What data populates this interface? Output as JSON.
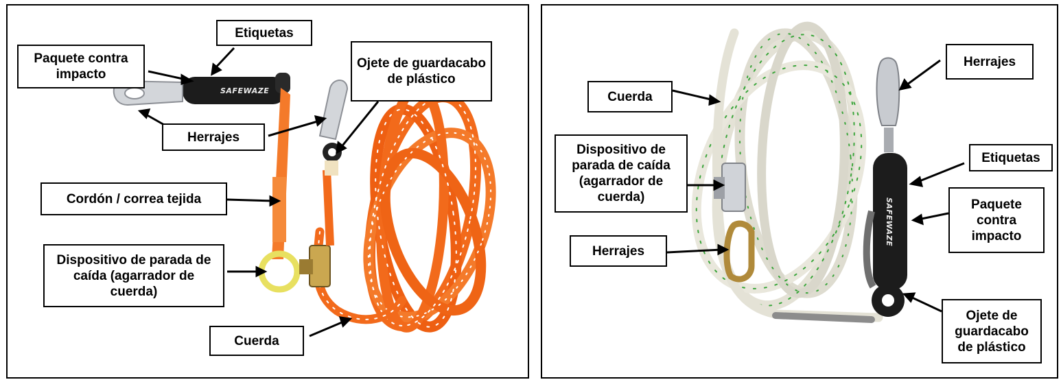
{
  "left_panel": {
    "labels": {
      "etiquetas": "Etiquetas",
      "paquete": "Paquete contra impacto",
      "ojete": "Ojete de guardacabo de plástico",
      "herrajes": "Herrajes",
      "cordon": "Cordón / correa tejida",
      "dispositivo": "Dispositivo de parada de caída (agarrador de cuerda)",
      "cuerda": "Cuerda"
    },
    "brand": "SAFEWAZE"
  },
  "right_panel": {
    "labels": {
      "cuerda": "Cuerda",
      "herrajes_top": "Herrajes",
      "dispositivo": "Dispositivo de parada de caída (agarrador de cuerda)",
      "etiquetas": "Etiquetas",
      "paquete": "Paquete contra impacto",
      "herrajes_bottom": "Herrajes",
      "ojete": "Ojete de guardacabo de plástico"
    },
    "brand": "SAFEWAZE"
  },
  "colors": {
    "orange_rope": "#f26a1b",
    "white_rope": "#e4e2d6",
    "green_tracer": "#3aa53a",
    "shock_pack": "#1c1c1c",
    "metal": "#c8cbd0",
    "yellow_ring": "#e8e060",
    "brass": "#b08a3a"
  }
}
